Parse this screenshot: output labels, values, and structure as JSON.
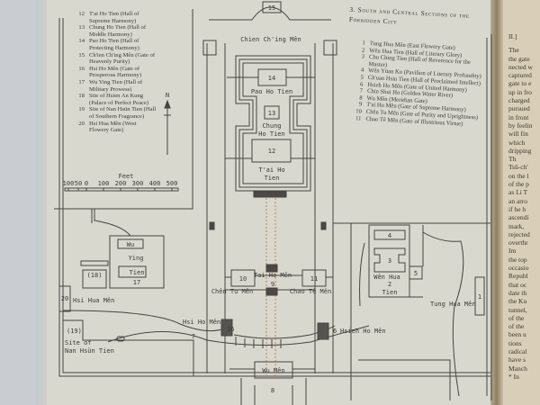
{
  "left_legend": [
    {
      "num": "12",
      "text": "T'ai Ho Tien (Hall of Supreme Harmony)"
    },
    {
      "num": "13",
      "text": "Chung Ho Tien (Hall of Middle Harmony)"
    },
    {
      "num": "14",
      "text": "Pao Ho Tien (Hall of Protecting Harmony)"
    },
    {
      "num": "15",
      "text": "Ch'ien Ch'ing Mên (Gate of Heavenly Purity)"
    },
    {
      "num": "16",
      "text": "Hsi Ho Mên (Gate of Prosperous Harmony)"
    },
    {
      "num": "17",
      "text": "Wu Ying Tien (Hall of Military Prowess)"
    },
    {
      "num": "18",
      "text": "Site of Hsien An Kung (Palace of Perfect Peace)"
    },
    {
      "num": "19",
      "text": "Site of Nan Hsün Tien (Hall of Southern Fragrance)"
    },
    {
      "num": "20",
      "text": "Hsi Hua Mên (West Flowery Gate)"
    }
  ],
  "right_legend": {
    "title": "3. South and Central Sections of the Forbidden City",
    "items": [
      {
        "num": "1",
        "text": "Tung Hua Mên (East Flowery Gate)"
      },
      {
        "num": "2",
        "text": "Wên Hua Tien (Hall of Literary Glory)"
      },
      {
        "num": "3",
        "text": "Chu Ching Tien (Hall of Reverence for the Master)"
      },
      {
        "num": "4",
        "text": "Wên Yüan Ko (Pavilion of Literary Profundity)"
      },
      {
        "num": "5",
        "text": "Ch'uan Hsin Tien (Hall of Proclaimed Intellect)"
      },
      {
        "num": "6",
        "text": "Hsieh Ho Mên (Gate of United Harmony)"
      },
      {
        "num": "7",
        "text": "Chin Shui Ho (Golden Water River)"
      },
      {
        "num": "8",
        "text": "Wu Mên (Meridian Gate)"
      },
      {
        "num": "9",
        "text": "T'ai Ho Mên (Gate of Supreme Harmony)"
      },
      {
        "num": "10",
        "text": "Chên Tu Mên (Gate of Purity and Uprightness)"
      },
      {
        "num": "11",
        "text": "Chao Tê Mên (Gate of Illustrious Virtue)"
      }
    ]
  },
  "compass": {
    "label": "N"
  },
  "scale": {
    "label": "Feet",
    "ticks": [
      "100",
      "50",
      "0",
      "100",
      "200",
      "300",
      "400",
      "500"
    ]
  },
  "map_labels": {
    "chien_ching_men": "Chien Ch'ing Mên",
    "n15": "15",
    "n14": "14",
    "pao_ho_tien": "Pao Ho Tien",
    "n13": "13",
    "chung": "Chung",
    "ho_tien_13": "Ho Tien",
    "n12": "12",
    "tai_ho": "T'ai Ho",
    "tien_12": "Tien",
    "n10": "10",
    "chen_tu_men": "Chên Tu Mên",
    "tai_ho_men": "Tai Ho Mên",
    "n9": "9",
    "n11": "11",
    "chao_te_men": "Chao Tê Mên",
    "hsi_ho_men": "Hsi Ho Mên",
    "n16": "16",
    "hsieh_ho_men": "Hsieh Ho Mên",
    "n6": "6",
    "wu_men": "Wu Mên",
    "n8": "8",
    "n7": "7",
    "wu": "Wu",
    "ying": "Ying",
    "tien_17": "Tien",
    "n17": "17",
    "n18": "(18)",
    "n20": "20",
    "hsi_hua_men": "Hsi Hua Mên",
    "n19": "(19)",
    "site_of": "Site of",
    "nan_hsun_tien": "Nan Hsün Tien",
    "n4": "4",
    "n3": "3",
    "n5": "5",
    "wen_hua": "Wên Hua",
    "n2": "2",
    "tien_2": "Tien",
    "tung_hua_men": "Tung Hua Mên",
    "n1": "1"
  },
  "right_page": {
    "header": "II.]",
    "lines": [
      "The",
      "the gate",
      "nected w",
      "captured",
      "gate to e",
      "up in fro",
      "charged",
      "pursued",
      "in front",
      "by feelin",
      "will fin",
      "which",
      "dripping",
      "Th",
      "Tsŭ-ch'",
      "on the l",
      "of the p",
      "as Li T",
      "an arro",
      "if he h",
      "ascendi",
      "mark,",
      "rejected",
      "overthr",
      "Im",
      "the top",
      "occasio",
      "Republ",
      "that oc",
      "date th",
      "the Ku",
      "tunnel,",
      "of the",
      "of the",
      "been u",
      "tions",
      "radical",
      "have s",
      "Manch",
      "* In"
    ]
  }
}
